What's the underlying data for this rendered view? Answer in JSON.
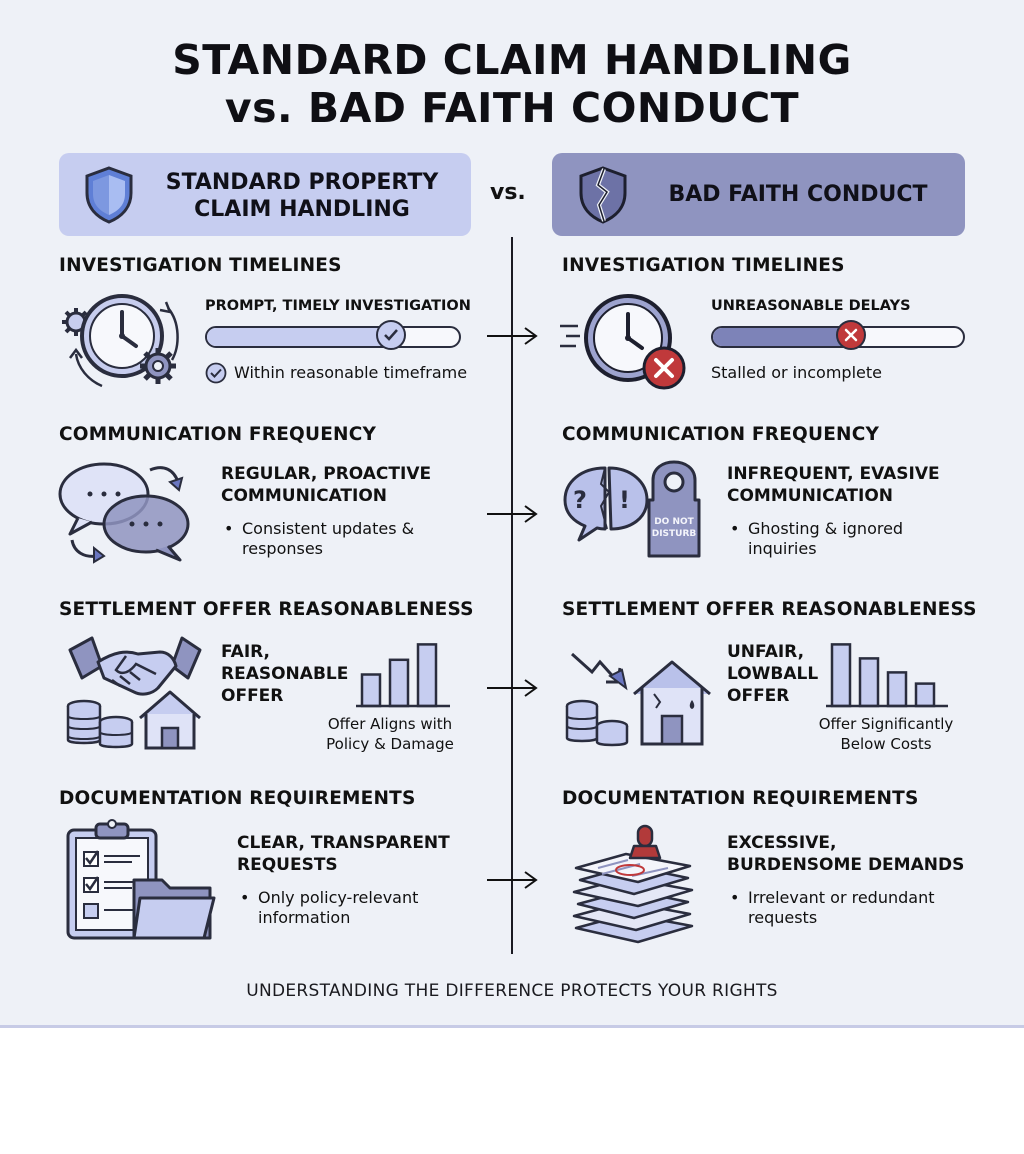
{
  "title": {
    "line1": "STANDARD CLAIM HANDLING",
    "line2": "vs. BAD FAITH CONDUCT"
  },
  "left_header": {
    "line1": "STANDARD PROPERTY",
    "line2": "CLAIM HANDLING",
    "icon": "shield-icon",
    "color": "#c6cdf0"
  },
  "vs_label": "vs.",
  "right_header": {
    "line1": "BAD FAITH CONDUCT",
    "icon": "broken-shield-icon",
    "color": "#8f94c0"
  },
  "sections": {
    "investigation": {
      "title": "INVESTIGATION TIMELINES",
      "left": {
        "label": "PROMPT, TIMELY INVESTIGATION",
        "progress": 0.73,
        "note": "Within reasonable timeframe",
        "icons": [
          "clock-icon",
          "gears-icon",
          "check-icon"
        ]
      },
      "right": {
        "label": "UNREASONABLE DELAYS",
        "progress": 0.55,
        "note": "Stalled or incomplete",
        "icons": [
          "clock-icon",
          "x-icon"
        ]
      }
    },
    "communication": {
      "title": "COMMUNICATION FREQUENCY",
      "left": {
        "line1": "REGULAR, PROACTIVE",
        "line2": "COMMUNICATION",
        "bullet_line1": "Consistent updates &",
        "bullet_line2": "responses",
        "icons": [
          "chat-bubbles-icon"
        ]
      },
      "right": {
        "line1": "INFREQUENT, EVASIVE",
        "line2": "COMMUNICATION",
        "bullet_line1": "Ghosting & ignored",
        "bullet_line2": "inquiries",
        "sign_line1": "DO NOT",
        "sign_line2": "DISTURB",
        "icons": [
          "broken-chat-icon",
          "do-not-disturb-sign-icon"
        ]
      }
    },
    "settlement": {
      "title": "SETTLEMENT OFFER REASONABLENESS",
      "left": {
        "line1": "FAIR,",
        "line2": "REASONABLE",
        "line3": "OFFER",
        "caption_line1": "Offer Aligns with",
        "caption_line2": "Policy & Damage",
        "bars": [
          0.45,
          0.66,
          0.88
        ],
        "icons": [
          "handshake-icon",
          "coins-icon",
          "house-icon",
          "bar-chart-icon"
        ]
      },
      "right": {
        "line1": "UNFAIR,",
        "line2": "LOWBALL",
        "line3": "OFFER",
        "caption_line1": "Offer Significantly",
        "caption_line2": "Below Costs",
        "bars": [
          0.88,
          0.68,
          0.48,
          0.32
        ],
        "icons": [
          "down-arrow-icon",
          "coins-icon",
          "damaged-house-icon",
          "bar-chart-icon"
        ]
      }
    },
    "documentation": {
      "title": "DOCUMENTATION REQUIREMENTS",
      "left": {
        "line1": "CLEAR, TRANSPARENT",
        "line2": "REQUESTS",
        "bullet_line1": "Only policy-relevant",
        "bullet_line2": "information",
        "icons": [
          "clipboard-checklist-icon",
          "folder-icon"
        ]
      },
      "right": {
        "line1": "EXCESSIVE,",
        "line2": "BURDENSOME DEMANDS",
        "bullet_line1": "Irrelevant or redundant",
        "bullet_line2": "requests",
        "icons": [
          "paper-stack-icon",
          "stamp-icon"
        ]
      }
    }
  },
  "footer": "UNDERSTANDING THE DIFFERENCE PROTECTS YOUR RIGHTS",
  "colors": {
    "background": "#eef1f7",
    "light_accent": "#c6cdf0",
    "dark_accent": "#8f94c0",
    "icon_fill": "#b9c1ea",
    "error_red": "#c0393b",
    "line": "#2a2d3e"
  }
}
